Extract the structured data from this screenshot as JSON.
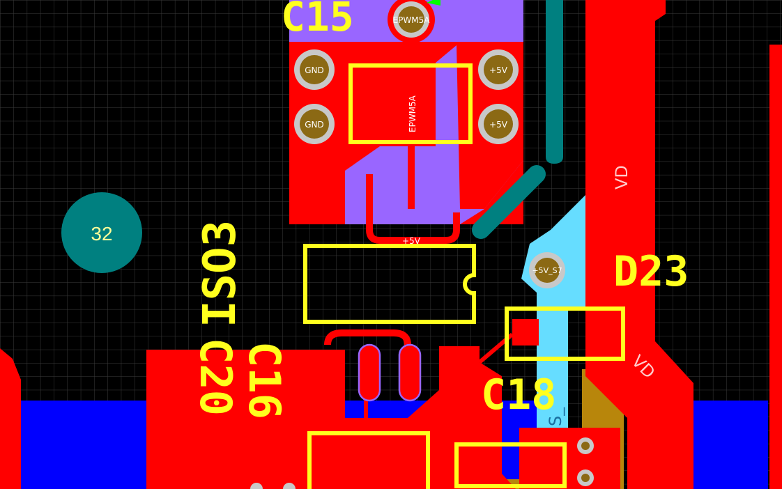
{
  "colors": {
    "background": "#000000",
    "grid": "#3c3c3c",
    "top_copper": "#ff0000",
    "bottom_copper": "#0000ff",
    "inner_purple": "#9966ff",
    "inner_cyan": "#66ddff",
    "teal": "#008080",
    "silkscreen": "#ffff1e",
    "pad_gold": "#b8860b",
    "pad_ring": "#c8c8c8",
    "pad_center": "#8b6914"
  },
  "designators": {
    "c15": "C15",
    "iso3": "ISO3",
    "c16": "C16",
    "c20": "C20",
    "c18": "C18",
    "d23": "D23"
  },
  "net_labels": {
    "epwm5a_top": "EPWM5A",
    "epwm5a_trace": "EPWM5A",
    "gnd_1": "GND",
    "gnd_2": "GND",
    "plus5v_1": "+5V",
    "plus5v_2": "+5V",
    "plus5v_mid": "+5V",
    "plus5v_s7": "+5V_S7",
    "vd_1": "VD",
    "vd_2": "VD",
    "s_partial": "S_"
  },
  "mounting_hole": {
    "label": "32"
  }
}
